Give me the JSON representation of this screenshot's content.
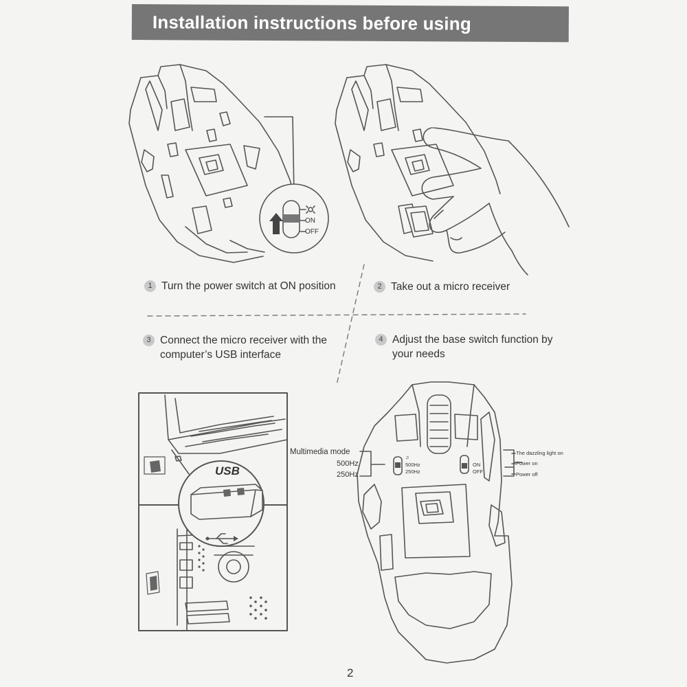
{
  "header": {
    "title": "Installation instructions before using"
  },
  "steps": [
    {
      "number": "1",
      "text": "Turn the power switch at ON position"
    },
    {
      "number": "2",
      "text": "Take out a micro receiver"
    },
    {
      "number": "3",
      "text": "Connect the micro receiver with the\ncomputer’s USB interface"
    },
    {
      "number": "4",
      "text": "Adjust the base switch function by\nyour needs"
    }
  ],
  "switch_callout": {
    "on": "ON",
    "off": "OFF"
  },
  "usb": {
    "label": "USB"
  },
  "mouse_switches": {
    "multimedia_mode": "Multimedia mode",
    "hz500": "500Hz",
    "hz250": "250Hz",
    "small_500": "500Hz",
    "small_250": "250Hz",
    "on": "ON",
    "off": "OFF",
    "dazzling": "The dazzling light on",
    "power_on": "Power on",
    "power_off": "Power off"
  },
  "footer": {
    "page_number": "2"
  }
}
